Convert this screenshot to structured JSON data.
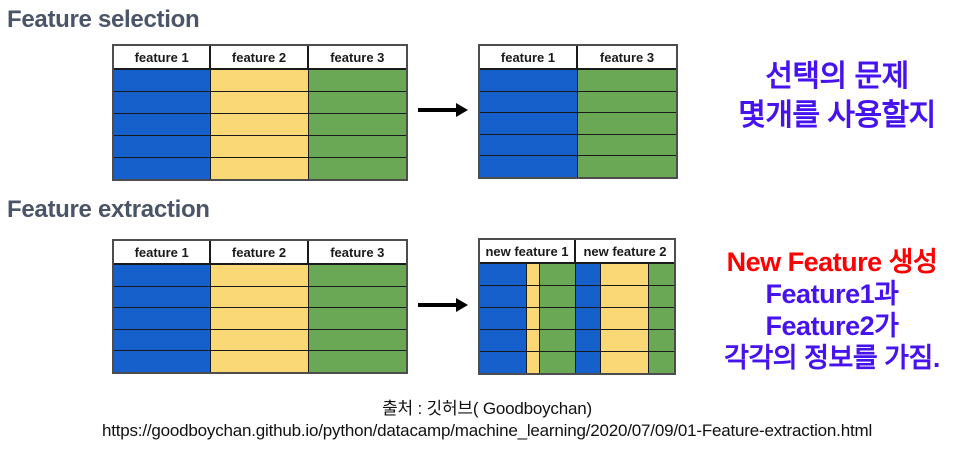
{
  "colors": {
    "heading": "#4a5568",
    "feature1_blue": "#1660cb",
    "feature2_yellow": "#fbd876",
    "feature3_green": "#6aa855",
    "annotation_violet": "#4613ef",
    "annotation_red": "#ff0000",
    "arrow_black": "#000000"
  },
  "selection": {
    "heading": "Feature selection",
    "input_table": {
      "headers": [
        {
          "label": "feature 1",
          "width": 33.34
        },
        {
          "label": "feature 2",
          "width": 33.33
        },
        {
          "label": "feature 3",
          "width": 33.33
        }
      ],
      "stripes": [
        {
          "color": "#1660cb",
          "width": 33.34
        },
        {
          "color": "#fbd876",
          "width": 33.33
        },
        {
          "color": "#6aa855",
          "width": 33.33
        }
      ],
      "row_count": 5
    },
    "arrow": "right-arrow-icon",
    "output_table": {
      "headers": [
        {
          "label": "feature 1",
          "width": 50
        },
        {
          "label": "feature 3",
          "width": 50
        }
      ],
      "stripes": [
        {
          "color": "#1660cb",
          "width": 50
        },
        {
          "color": "#6aa855",
          "width": 50
        }
      ],
      "row_count": 5
    },
    "annotation": {
      "lines": [
        {
          "text": "선택의 문제",
          "color": "#4613ef"
        },
        {
          "text": "몇개를 사용할지",
          "color": "#4613ef"
        }
      ]
    }
  },
  "extraction": {
    "heading": "Feature extraction",
    "input_table": {
      "headers": [
        {
          "label": "feature 1",
          "width": 33.34
        },
        {
          "label": "feature 2",
          "width": 33.33
        },
        {
          "label": "feature 3",
          "width": 33.33
        }
      ],
      "stripes": [
        {
          "color": "#1660cb",
          "width": 33.34
        },
        {
          "color": "#fbd876",
          "width": 33.33
        },
        {
          "color": "#6aa855",
          "width": 33.33
        }
      ],
      "row_count": 5
    },
    "arrow": "right-arrow-icon",
    "output_table": {
      "headers": [
        {
          "label": "new feature 1",
          "width": 49.5
        },
        {
          "label": "new feature 2",
          "width": 50.5
        }
      ],
      "stripes": [
        {
          "color": "#1660cb",
          "width": 24.2
        },
        {
          "color": "#fbd876",
          "width": 6.6
        },
        {
          "color": "#6aa855",
          "width": 18.7
        },
        {
          "color": "#1660cb",
          "width": 12.9
        },
        {
          "color": "#fbd876",
          "width": 24.9
        },
        {
          "color": "#6aa855",
          "width": 12.7
        }
      ],
      "row_count": 5
    },
    "annotation": {
      "lines": [
        {
          "text": "New Feature 생성",
          "color": "#ff0000"
        },
        {
          "text": "Feature1과",
          "color": "#4613ef"
        },
        {
          "text": "Feature2가",
          "color": "#4613ef"
        },
        {
          "text": "각각의 정보를 가짐.",
          "color": "#4613ef"
        }
      ]
    }
  },
  "footer": {
    "source": "출처 : 깃허브( Goodboychan)",
    "url": "https://goodboychan.github.io/python/datacamp/machine_learning/2020/07/09/01-Feature-extraction.html"
  }
}
